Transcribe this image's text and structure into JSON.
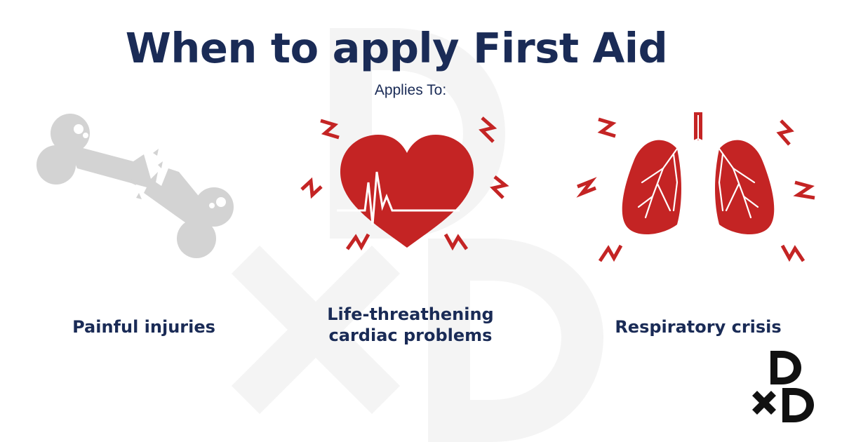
{
  "title": "When to apply First Aid",
  "subtitle": "Applies To:",
  "items": [
    {
      "label": "Painful injuries",
      "icon": "broken-bone-icon"
    },
    {
      "label": "Life-threathening cardiac problems",
      "label_line1": "Life-threathening",
      "label_line2": "cardiac problems",
      "icon": "heart-ecg-icon"
    },
    {
      "label": "Respiratory crisis",
      "icon": "lungs-icon"
    }
  ],
  "colors": {
    "title": "#1a2b56",
    "accent_red": "#c42424",
    "bone_gray": "#d3d3d3",
    "watermark": "#f4f4f4",
    "logo": "#111111"
  },
  "logo": {
    "top": "D",
    "bottom": "×D"
  }
}
